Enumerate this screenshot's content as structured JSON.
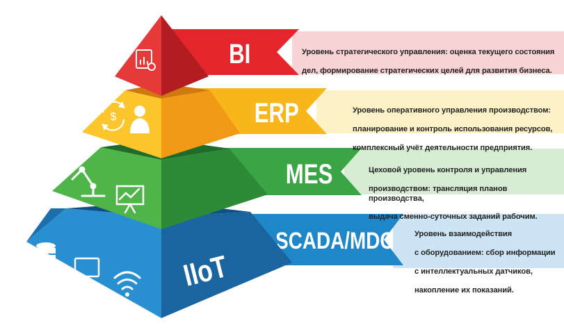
{
  "levels": [
    {
      "label": "BI",
      "description": "Уровень стратегического управления: оценка текущего состояния дел, формирование стратегических целей для развития бизнеса.",
      "desc_lines": [
        "Уровень стратегического управления: оценка текущего состояния",
        "дел, формирование стратегических целей для развития бизнеса."
      ],
      "colors": {
        "light": "#e53a39",
        "dark": "#b31d22",
        "banner": "#e4262c",
        "panel": "#f8d4d6"
      },
      "icons": [
        "chart-report-icon"
      ]
    },
    {
      "label": "ERP",
      "description": "Уровень оперативного управления производством: планирование и контроль использования ресурсов, комплексный учёт деятельности предприятия.",
      "desc_lines": [
        "Уровень оперативного управления производством:",
        "планирование и контроль использования ресурсов,",
        "комплексный учёт деятельности предприятия."
      ],
      "colors": {
        "light": "#fcc52b",
        "dark": "#f29a16",
        "banner": "#f7b71b",
        "panel": "#fdf1c8"
      },
      "icons": [
        "dollar-cycle-icon",
        "manager-icon"
      ]
    },
    {
      "label": "MES",
      "description": "Цеховой уровень контроля и управления производством: трансляция планов производства, выдача сменно-суточных заданий рабочим.",
      "desc_lines": [
        "Цеховой уровень контроля и управления",
        "производством: трансляция планов производства,",
        "выдача сменно-суточных заданий рабочим."
      ],
      "colors": {
        "light": "#4fb54a",
        "dark": "#2d8a36",
        "banner": "#3aa545",
        "panel": "#d6ecd3"
      },
      "icons": [
        "robot-arm-icon",
        "presentation-board-icon"
      ]
    },
    {
      "label": "SCADA/MDC",
      "description": "Уровень взаимодействия с оборудованием: сбор информации с интеллектуальных датчиков, накопление их показаний.",
      "desc_lines": [
        "Уровень взаимодействия",
        "с оборудованием: сбор информации",
        "с интеллектуальных датчиков,",
        "накопление их показаний."
      ],
      "colors": {
        "light": "#2a8fd0",
        "dark": "#1c6fad",
        "banner": "#1f86c8",
        "panel": "#cde4f4"
      },
      "icons": []
    }
  ],
  "base": {
    "label": "IIoT",
    "icons": [
      "database-search-icon",
      "monitor-icon",
      "wifi-icon"
    ]
  }
}
